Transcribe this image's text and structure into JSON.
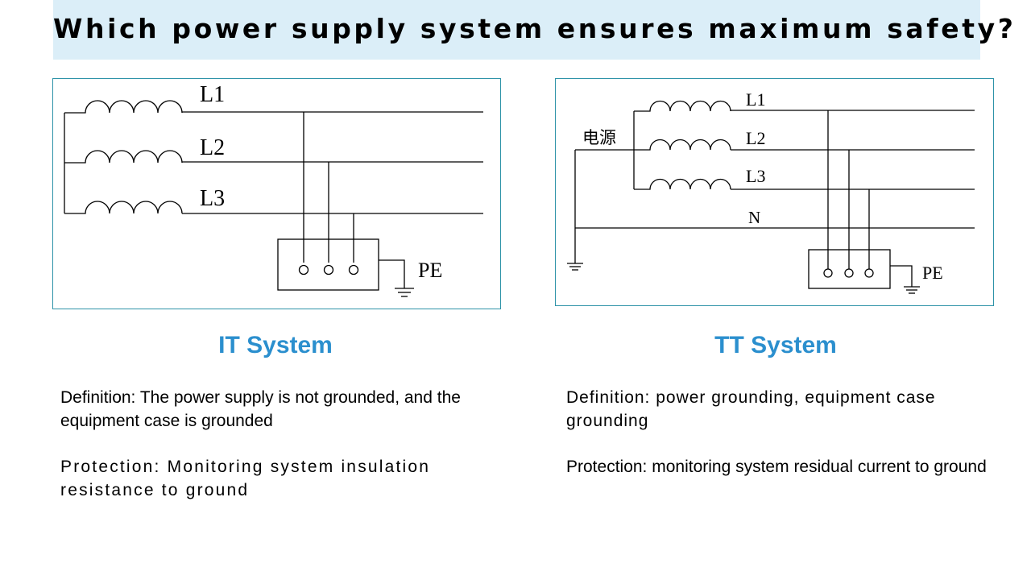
{
  "title": "Which power supply system ensures maximum safety?",
  "it_system": {
    "heading": "IT System",
    "diagram": {
      "labels": [
        "L1",
        "L2",
        "L3"
      ],
      "pe_label": "PE"
    },
    "definition": "Definition: The power supply is not grounded, and the equipment case is grounded",
    "protection": "Protection: Monitoring system insulation resistance to ground"
  },
  "tt_system": {
    "heading": "TT System",
    "diagram": {
      "source_label": "电源",
      "labels": [
        "L1",
        "L2",
        "L3"
      ],
      "neutral_label": "N",
      "pe_label": "PE"
    },
    "definition": "Definition: power grounding, equipment case grounding",
    "protection": "Protection: monitoring system residual current to ground"
  },
  "colors": {
    "title_background": "#dbeef8",
    "panel_border": "#2e93a8",
    "heading": "#2b8fce"
  }
}
